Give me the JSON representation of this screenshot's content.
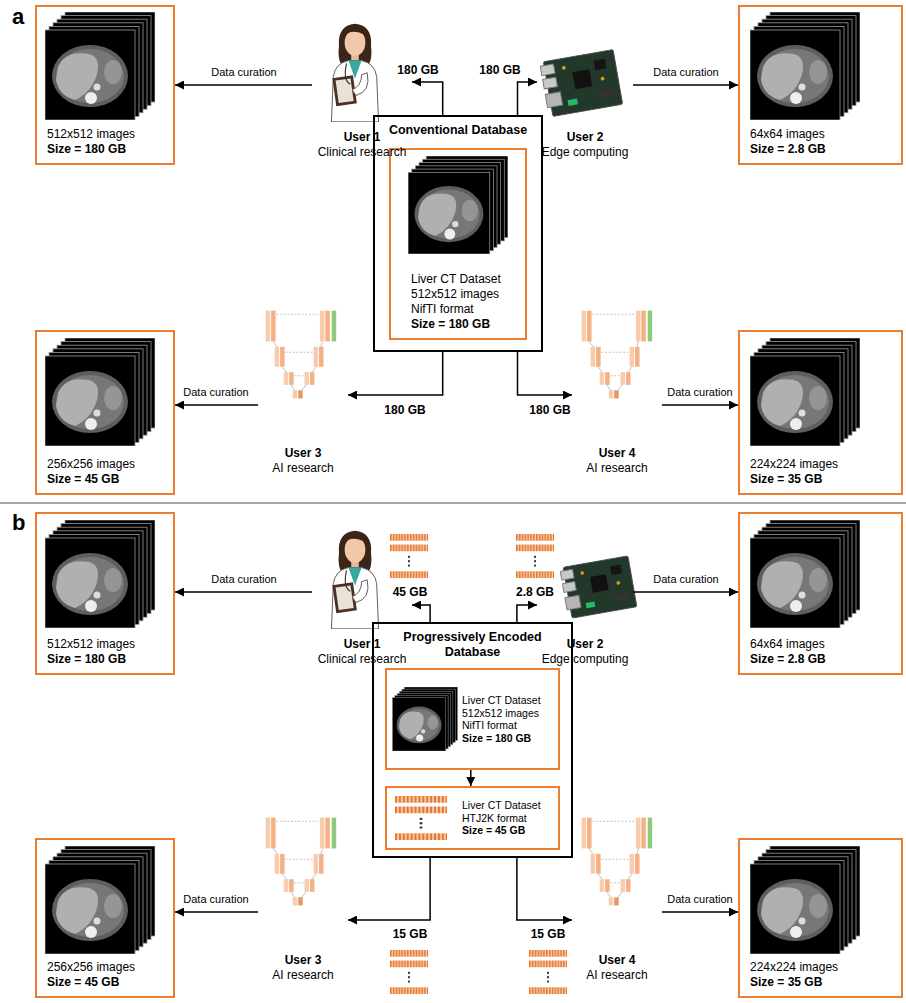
{
  "diagram": {
    "nodes": [
      {
        "text": [
          "512x512 images",
          "Size = 180 GB"
        ]
      },
      {
        "text": [
          "User 1",
          "Clinical research"
        ]
      },
      {
        "text": [
          "User 2",
          "Edge computing"
        ]
      },
      {
        "text": [
          "64x64 images",
          "Size = 2.8 GB"
        ]
      },
      {
        "text": [
          "Conventional Database"
        ]
      },
      {
        "text": [
          "Liver CT Dataset",
          "512x512 images",
          "NifTI format",
          "Size = 180 GB"
        ],
        "in": 4
      },
      {
        "text": [
          "256x256 images",
          "Size = 45 GB"
        ]
      },
      {
        "text": [
          "User 3",
          "AI research"
        ]
      },
      {
        "text": [
          "User 4",
          "AI research"
        ]
      },
      {
        "text": [
          "224x224 images",
          "Size = 35 GB"
        ]
      },
      {
        "text": [
          "512x512 images",
          "Size = 180 GB"
        ]
      },
      {
        "text": [
          "User 1",
          "Clinical research"
        ]
      },
      {
        "text": [
          "User 2",
          "Edge computing"
        ]
      },
      {
        "text": [
          "64x64 images",
          "Size = 2.8 GB"
        ]
      },
      {
        "text": [
          "Progressively Encoded Database"
        ]
      },
      {
        "text": [
          "Liver CT Dataset",
          "512x512 images",
          "NifTI format",
          "Size = 180 GB"
        ],
        "in": 14
      },
      {
        "text": [
          "Liver CT Dataset",
          "HTJ2K format",
          "Size = 45 GB"
        ],
        "in": 14
      },
      {
        "text": [
          "256x256 images",
          "Size = 45 GB"
        ]
      },
      {
        "text": [
          "User 3",
          "AI research"
        ]
      },
      {
        "text": [
          "User 4",
          "AI research"
        ]
      },
      {
        "text": [
          "224x224 images",
          "Size = 35 GB"
        ]
      }
    ],
    "edges": [
      {
        "from": 4,
        "to": 1,
        "arrow": "to",
        "label": "180 GB"
      },
      {
        "from": 4,
        "to": 2,
        "arrow": "to",
        "label": "180 GB"
      },
      {
        "from": 4,
        "to": 7,
        "arrow": "to",
        "label": "180 GB"
      },
      {
        "from": 4,
        "to": 8,
        "arrow": "to",
        "label": "180 GB"
      },
      {
        "from": 1,
        "to": 0,
        "arrow": "to",
        "label": "Data curation"
      },
      {
        "from": 2,
        "to": 3,
        "arrow": "to",
        "label": "Data curation"
      },
      {
        "from": 7,
        "to": 6,
        "arrow": "to",
        "label": "Data curation"
      },
      {
        "from": 8,
        "to": 9,
        "arrow": "to",
        "label": "Data curation"
      },
      {
        "from": 14,
        "to": 11,
        "arrow": "to",
        "label": "45 GB"
      },
      {
        "from": 14,
        "to": 12,
        "arrow": "to",
        "label": "2.8 GB"
      },
      {
        "from": 14,
        "to": 18,
        "arrow": "to",
        "label": "15 GB"
      },
      {
        "from": 14,
        "to": 19,
        "arrow": "to",
        "label": "15 GB"
      },
      {
        "from": 11,
        "to": 10,
        "arrow": "to",
        "label": "Data curation"
      },
      {
        "from": 12,
        "to": 13,
        "arrow": "to",
        "label": "Data curation"
      },
      {
        "from": 18,
        "to": 17,
        "arrow": "to",
        "label": "Data curation"
      },
      {
        "from": 19,
        "to": 20,
        "arrow": "to",
        "label": "Data curation"
      },
      {
        "from": 15,
        "to": 16,
        "arrow": "to"
      }
    ],
    "labels": [
      "a",
      "b"
    ]
  }
}
